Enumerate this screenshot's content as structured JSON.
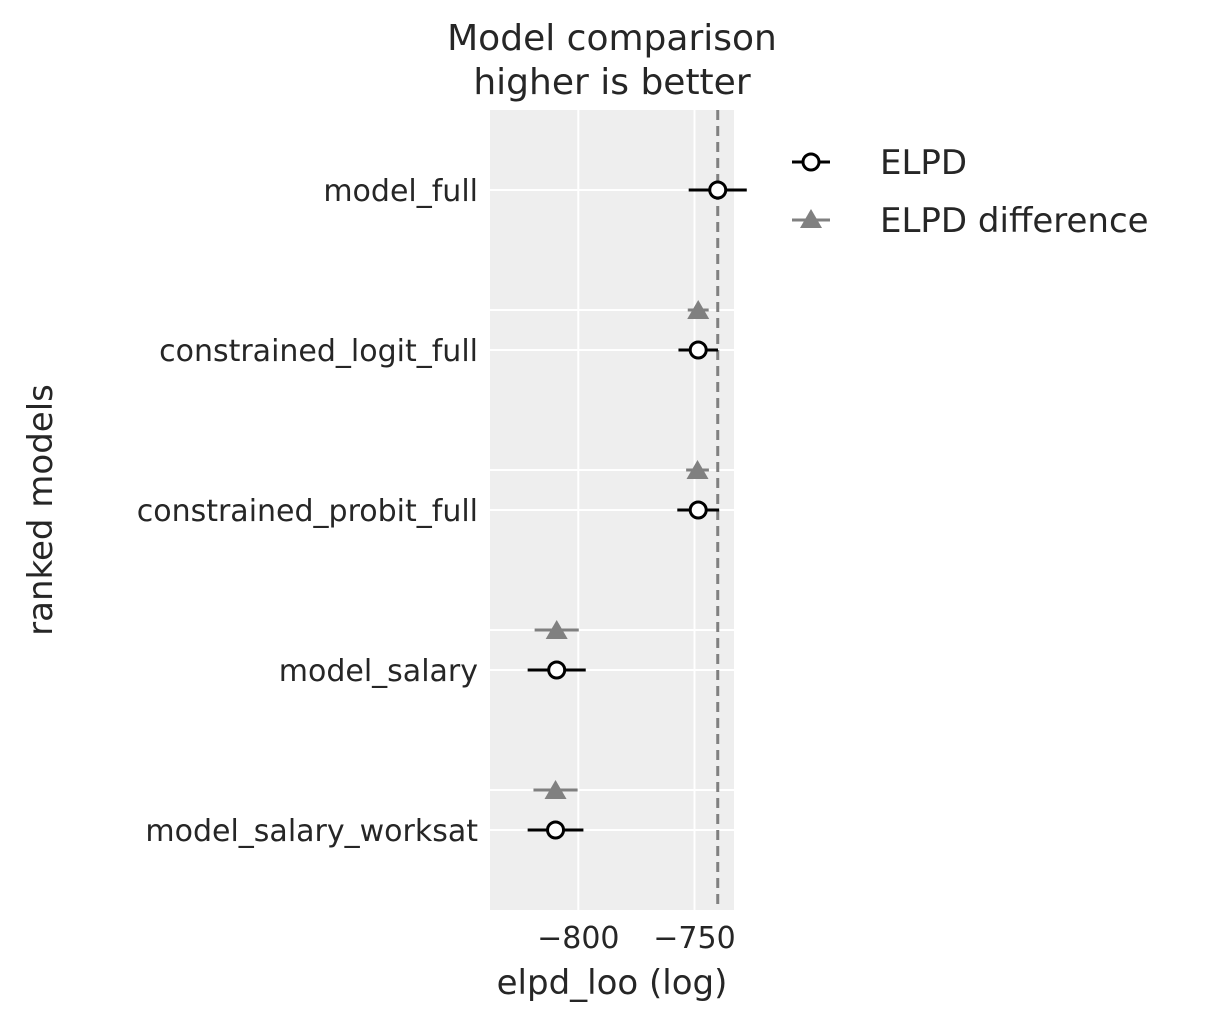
{
  "chart_data": {
    "type": "scatter",
    "title": [
      "Model comparison",
      "higher is better"
    ],
    "xlabel": "elpd_loo (log)",
    "ylabel": "ranked models",
    "xlim": [
      -838,
      -733
    ],
    "xticks": [
      -800,
      -750
    ],
    "xtick_labels": [
      "−800",
      "−750"
    ],
    "grid": true,
    "legend_position": "upper-right-outside",
    "reference_line": {
      "value": -740,
      "style": "dashed",
      "color": "#808080"
    },
    "models": [
      {
        "name": "model_full",
        "elpd": -740.0,
        "elpd_se": 12.5,
        "diff": null,
        "diff_se": null
      },
      {
        "name": "constrained_logit_full",
        "elpd": -748.4,
        "elpd_se": 8.5,
        "diff": -748.4,
        "diff_se": 4.5
      },
      {
        "name": "constrained_probit_full",
        "elpd": -748.4,
        "elpd_se": 9.0,
        "diff": -748.7,
        "diff_se": 4.9
      },
      {
        "name": "model_salary",
        "elpd": -809.3,
        "elpd_se": 12.5,
        "diff": -809.3,
        "diff_se": 9.5
      },
      {
        "name": "model_salary_worksat",
        "elpd": -809.8,
        "elpd_se": 12.0,
        "diff": -809.8,
        "diff_se": 9.5
      }
    ],
    "legend": [
      {
        "label": "ELPD",
        "marker": "open-circle",
        "color": "#000000"
      },
      {
        "label": "ELPD difference",
        "marker": "triangle",
        "color": "#808080"
      }
    ],
    "colors": {
      "panel_bg": "#eeeeee",
      "grid": "#ffffff",
      "elpd": "#000000",
      "diff": "#808080"
    }
  }
}
